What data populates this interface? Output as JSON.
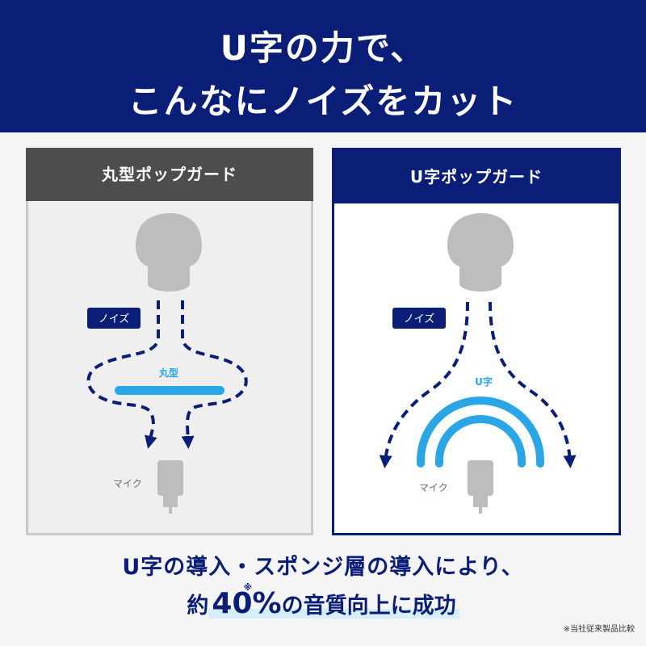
{
  "banner": {
    "line1": "U字の力で、",
    "line2": "こんなにノイズをカット"
  },
  "left_panel": {
    "header": "丸型ポップガード",
    "noise_label": "ノイズ",
    "guard_label": "丸型",
    "mic_label": "マイク"
  },
  "right_panel": {
    "header": "U字ポップガード",
    "noise_label": "ノイズ",
    "guard_label": "U字",
    "mic_label": "マイク"
  },
  "bottom": {
    "line1": "U字の導入・スポンジ層の導入により、",
    "line2_prefix": "約",
    "line2_highlight": "40%",
    "line2_mark": "※",
    "line2_suffix": "の音質向上に成功",
    "footnote": "※当社従来製品比較"
  },
  "colors": {
    "navy": "#0b1e77",
    "guard_blue": "#2aa6e6",
    "gray_header": "#4d4d4d",
    "head_gray": "#bdbdbd"
  }
}
